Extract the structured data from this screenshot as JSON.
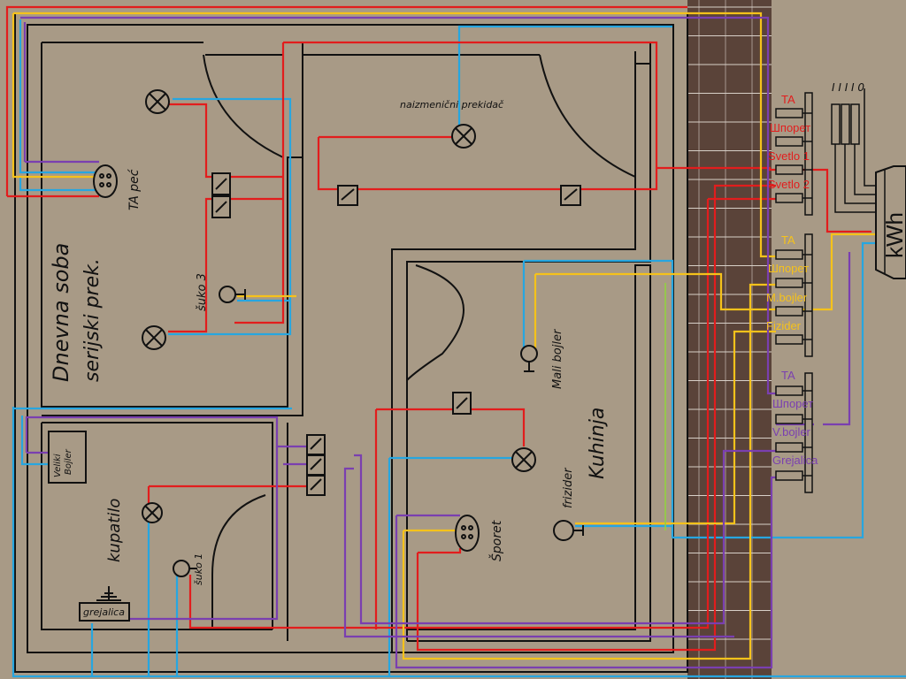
{
  "colors": {
    "background": "#a89a86",
    "walls": "#111111",
    "red": "#e21d1d",
    "blue": "#27a6e0",
    "yellow": "#f5c21b",
    "purple": "#7a3fb0",
    "green": "#8fd43a",
    "wall_strip": "#5a4339",
    "grid": "#ffffff"
  },
  "rooms": {
    "living_room": "Dnevna soba",
    "living_room_sub": "serijski prek.",
    "bathroom": "kupatilo",
    "kitchen": "Kuhinja"
  },
  "devices": {
    "alternating_switch": "naizmenični prekidač",
    "ta_stove": "TA peć",
    "socket_3": "šuko 3",
    "socket_1": "šuko 1",
    "small_boiler": "Mali bojler",
    "big_boiler_line1": "Veliki",
    "big_boiler_line2": "Bojler",
    "heater": "grejalica",
    "stove": "Šporet",
    "fridge": "frizider"
  },
  "meter": {
    "label": "kWh",
    "terminals": "I I I I 0"
  },
  "panel_red": [
    "TA",
    "Шпорет",
    "Svetlo 1",
    "Svetlo 2"
  ],
  "panel_yellow": [
    "TA",
    "Шпорет",
    "M.bojler",
    "Fizider"
  ],
  "panel_purple": [
    "TA",
    "Шпорет",
    "V.bojler",
    "Grejalica"
  ]
}
